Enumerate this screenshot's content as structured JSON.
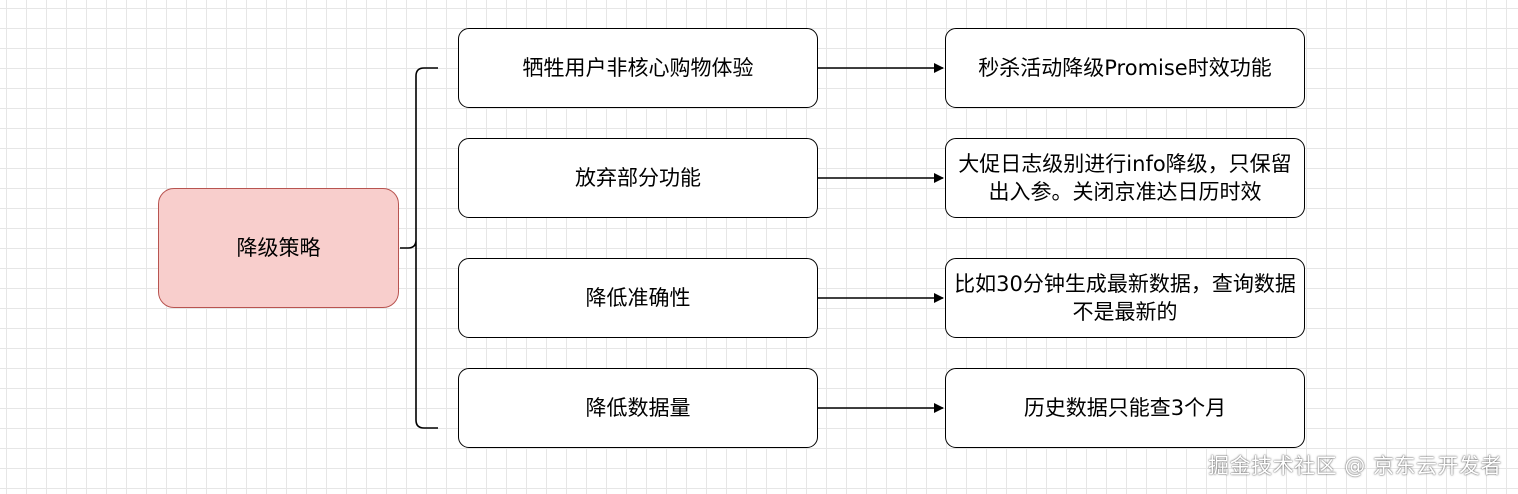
{
  "diagram": {
    "root": {
      "label": "降级策略",
      "fill": "#f8cecc",
      "stroke": "#b85450"
    },
    "branches": [
      {
        "label": "牺牲用户非核心购物体验",
        "target": "秒杀活动降级Promise时效功能"
      },
      {
        "label": "放弃部分功能",
        "target": "大促日志级别进行info降级，只保留出入参。关闭京准达日历时效"
      },
      {
        "label": "降低准确性",
        "target": "比如30分钟生成最新数据，查询数据不是最新的"
      },
      {
        "label": "降低数据量",
        "target": "历史数据只能查3个月"
      }
    ]
  },
  "watermark": "掘金技术社区 @ 京东云开发者",
  "colors": {
    "grid": "#e6e6e6",
    "line": "#000000"
  }
}
